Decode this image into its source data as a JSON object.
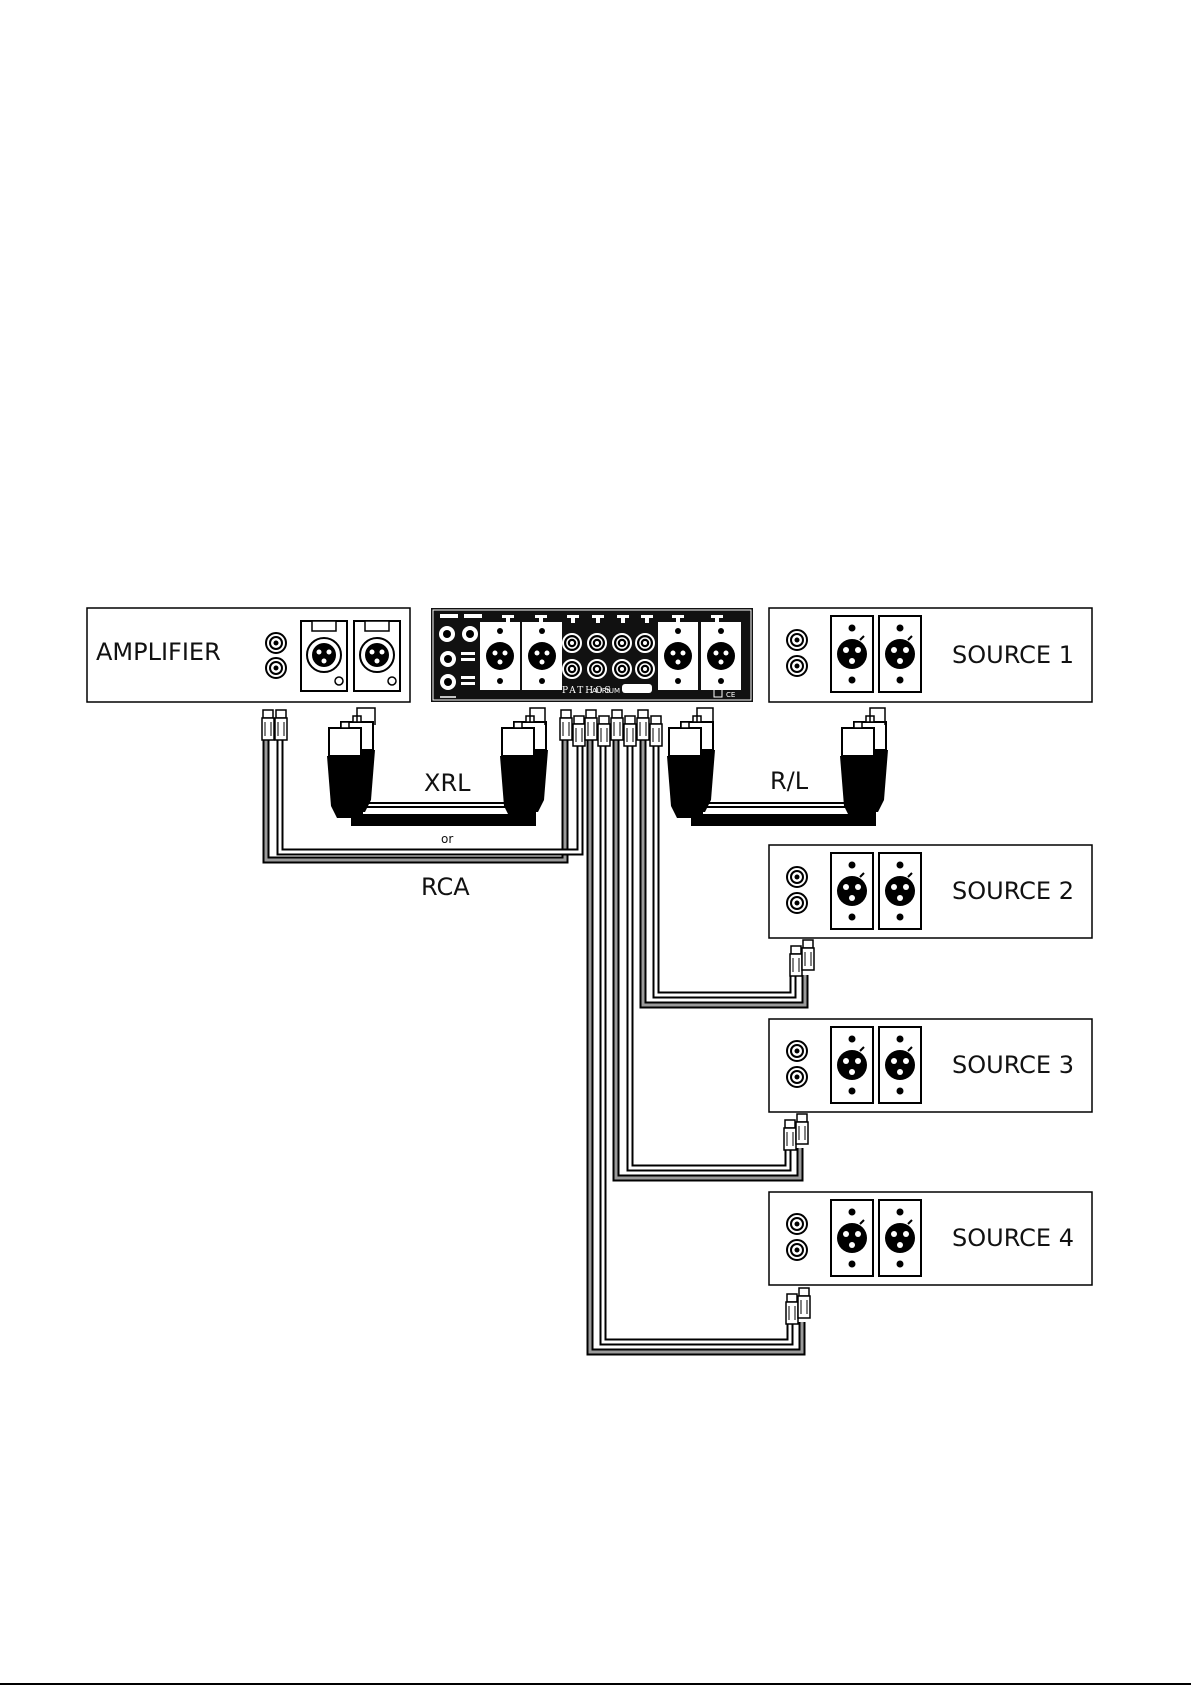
{
  "devices": {
    "amplifier": {
      "label": "AMPLIFIER"
    },
    "source_1": {
      "label": "SOURCE 1"
    },
    "source_2": {
      "label": "SOURCE 2"
    },
    "source_3": {
      "label": "SOURCE 3"
    },
    "source_4": {
      "label": "SOURCE 4"
    }
  },
  "preamp": {
    "brand": "PATHOS",
    "model": "AURIUM"
  },
  "cables": {
    "xlr_label": "XRL",
    "or_label": "or",
    "rca_label": "RCA",
    "rl_label": "R/L"
  },
  "colors": {
    "panel": "#111111",
    "line": "#000000",
    "cable_grey": "#9a9a9a"
  }
}
